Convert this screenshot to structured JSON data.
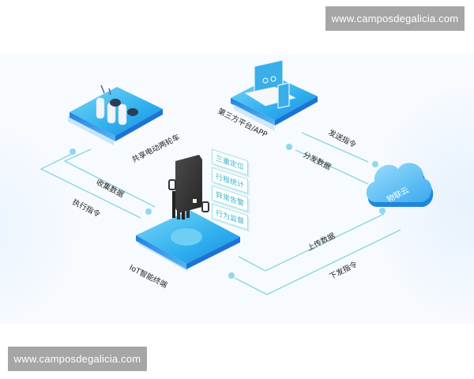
{
  "watermarks": {
    "top": "www.camposdegalicia.com",
    "bottom": "www.camposdegalicia.com"
  },
  "nodes": {
    "bikes": {
      "label": "共享电动两轮车",
      "icon": "shared-ebike-icon"
    },
    "platform": {
      "label": "第三方平台/APP",
      "icon": "laptop-phone-icon"
    },
    "terminal": {
      "label": "IoT智能终端",
      "icon": "gps-tracker-device-icon"
    },
    "cloud": {
      "label": "物联云",
      "icon": "cloud-icon"
    }
  },
  "features": [
    {
      "label": "三重定位"
    },
    {
      "label": "行程统计"
    },
    {
      "label": "异常告警"
    },
    {
      "label": "行为监督"
    }
  ],
  "flows": {
    "collect_data": "收集数据",
    "execute_cmd": "执行指令",
    "send_cmd": "发送指令",
    "distribute_data": "分发数据",
    "upload_data": "上传数据",
    "issue_cmd": "下发指令"
  },
  "colors": {
    "accent_blue": "#2a9df4",
    "platform_top": "#4fc0f2",
    "line_cyan": "#86d6df",
    "dot_cyan": "#8fd8ee",
    "tag_text": "#3ab4c6",
    "watermark_bg": "#a6a6a6"
  }
}
